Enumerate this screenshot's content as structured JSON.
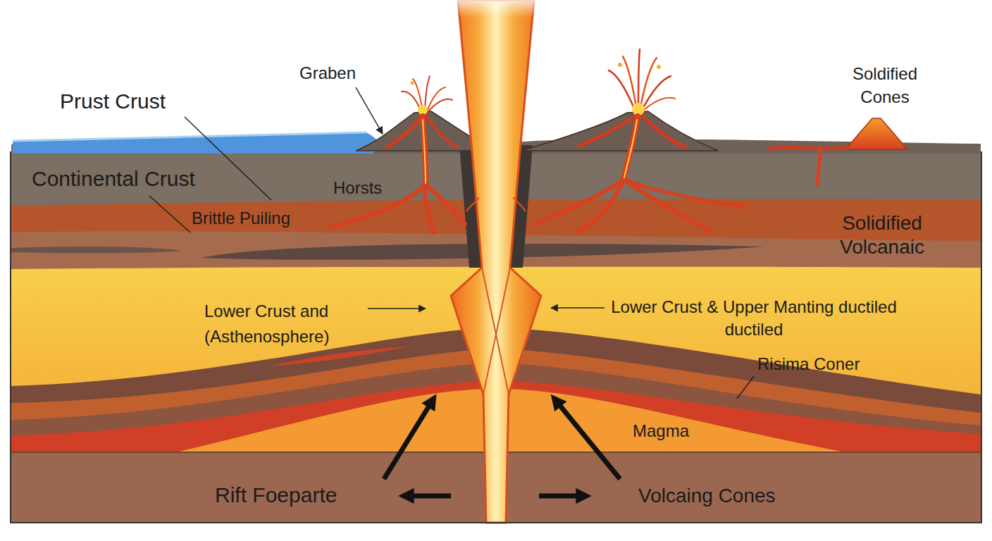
{
  "diagram": {
    "labels": [
      "Graben",
      "Soldified Cones",
      "Prust Crust",
      "Continental Crust",
      "Horsts",
      "Brittle Puiling",
      "Solidified Volcanaic",
      "Lower Crust and (Asthenosphere)",
      "Lower Crust & Upper Manting ductiled ductiled",
      "Risima Coner",
      "Magma",
      "Rift Foeparte",
      "Volcaing Cones"
    ]
  }
}
